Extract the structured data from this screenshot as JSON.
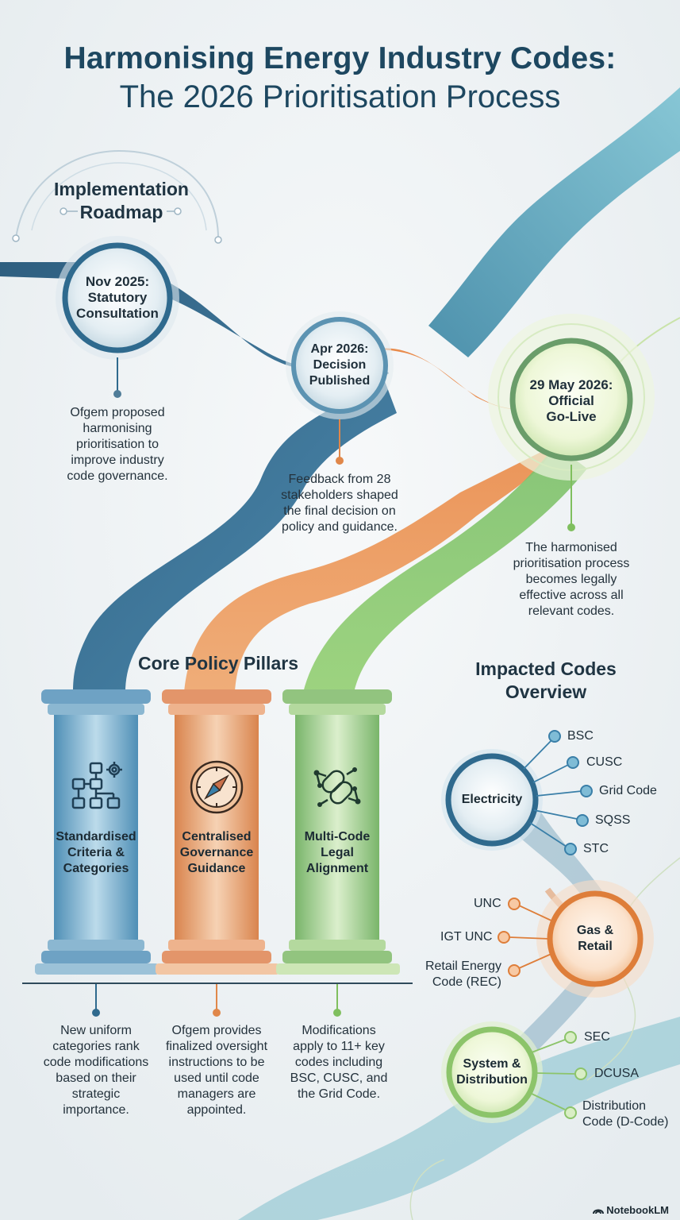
{
  "header": {
    "title_line1": "Harmonising Energy Industry Codes:",
    "title_line2": "The 2026 Prioritisation Process"
  },
  "roadmap": {
    "title_line1": "Implementation",
    "title_line2": "Roadmap",
    "milestones": [
      {
        "label_lines": [
          "Nov 2025:",
          "Statutory",
          "Consultation"
        ],
        "note_lines": [
          "Ofgem proposed",
          "harmonising",
          "prioritisation to",
          "improve industry",
          "code governance."
        ],
        "color": "#2f6a8e"
      },
      {
        "label_lines": [
          "Apr 2026:",
          "Decision",
          "Published"
        ],
        "note_lines": [
          "Feedback from 28",
          "stakeholders shaped",
          "the final decision on",
          "policy and guidance."
        ],
        "color": "#e0874a"
      },
      {
        "label_lines": [
          "29 May 2026:",
          "Official",
          "Go-Live"
        ],
        "note_lines": [
          "The harmonised",
          "prioritisation process",
          "becomes legally",
          "effective across all",
          "relevant codes."
        ],
        "color": "#7fbf5e"
      }
    ]
  },
  "pillars": {
    "title": "Core Policy Pillars",
    "items": [
      {
        "icon": "flowchart-gear-icon",
        "label_lines": [
          "Standardised",
          "Criteria &",
          "Categories"
        ],
        "note_lines": [
          "New uniform",
          "categories rank",
          "code modifications",
          "based on their",
          "strategic",
          "importance."
        ],
        "color": "#4a8fb8"
      },
      {
        "icon": "compass-icon",
        "label_lines": [
          "Centralised",
          "Governance",
          "Guidance"
        ],
        "note_lines": [
          "Ofgem provides",
          "finalized oversight",
          "instructions to be",
          "used until code",
          "managers are",
          "appointed."
        ],
        "color": "#e0874a"
      },
      {
        "icon": "network-chain-icon",
        "label_lines": [
          "Multi-Code",
          "Legal",
          "Alignment"
        ],
        "note_lines": [
          "Modifications",
          "apply to 11+ key",
          "codes including",
          "BSC, CUSC, and",
          "the Grid Code."
        ],
        "color": "#7fbf5e"
      }
    ]
  },
  "codes": {
    "title_line1": "Impacted Codes",
    "title_line2": "Overview",
    "groups": [
      {
        "label_lines": [
          "Electricity"
        ],
        "codes": [
          [
            "BSC"
          ],
          [
            "CUSC"
          ],
          [
            "Grid Code"
          ],
          [
            "SQSS"
          ],
          [
            "STC"
          ]
        ],
        "color": "#3a7fa8"
      },
      {
        "label_lines": [
          "Gas &",
          "Retail"
        ],
        "codes": [
          [
            "UNC"
          ],
          [
            "IGT UNC"
          ],
          [
            "Retail Energy",
            "Code (REC)"
          ]
        ],
        "color": "#e08a4c"
      },
      {
        "label_lines": [
          "System &",
          "Distribution"
        ],
        "codes": [
          [
            "SEC"
          ],
          [
            "DCUSA"
          ],
          [
            "Distribution",
            "Code (D-Code)"
          ]
        ],
        "color": "#8cc46a"
      }
    ]
  },
  "brand": {
    "logo_icon": "notebooklm-logo-icon",
    "text": "NotebookLM"
  }
}
